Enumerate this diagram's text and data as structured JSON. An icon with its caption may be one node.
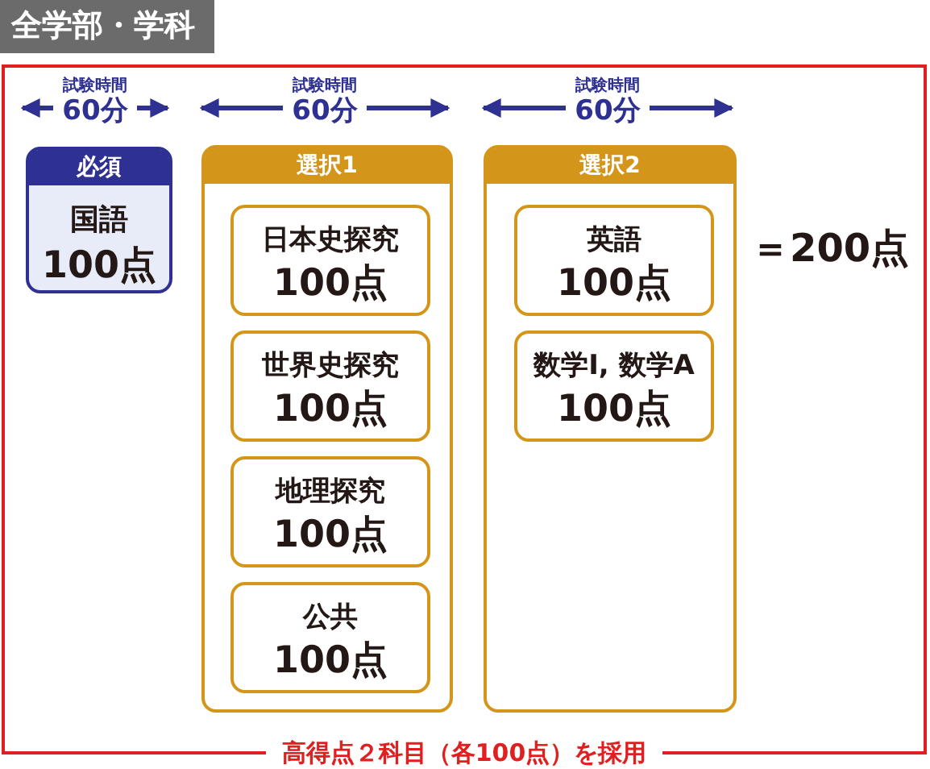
{
  "diagram": {
    "title": "全学部・学科",
    "nodes": [
      {
        "text": [
          "高得点２科目（各100点）を採用"
        ]
      },
      {
        "text": [
          "必須",
          "国語",
          "100点"
        ],
        "in": 0
      },
      {
        "text": [
          "選択1"
        ],
        "in": 0
      },
      {
        "text": [
          "日本史探究",
          "100点"
        ],
        "in": 2
      },
      {
        "text": [
          "世界史探究",
          "100点"
        ],
        "in": 2
      },
      {
        "text": [
          "地理探究",
          "100点"
        ],
        "in": 2
      },
      {
        "text": [
          "公共",
          "100点"
        ],
        "in": 2
      },
      {
        "text": [
          "選択2"
        ],
        "in": 0
      },
      {
        "text": [
          "英語",
          "100点"
        ],
        "in": 7
      },
      {
        "text": [
          "数学Ⅰ, 数学A",
          "100点"
        ],
        "in": 7
      }
    ],
    "edges": [],
    "labels": [
      "試験時間",
      "60分",
      "試験時間",
      "60分",
      "試験時間",
      "60分",
      "＝200点"
    ]
  }
}
